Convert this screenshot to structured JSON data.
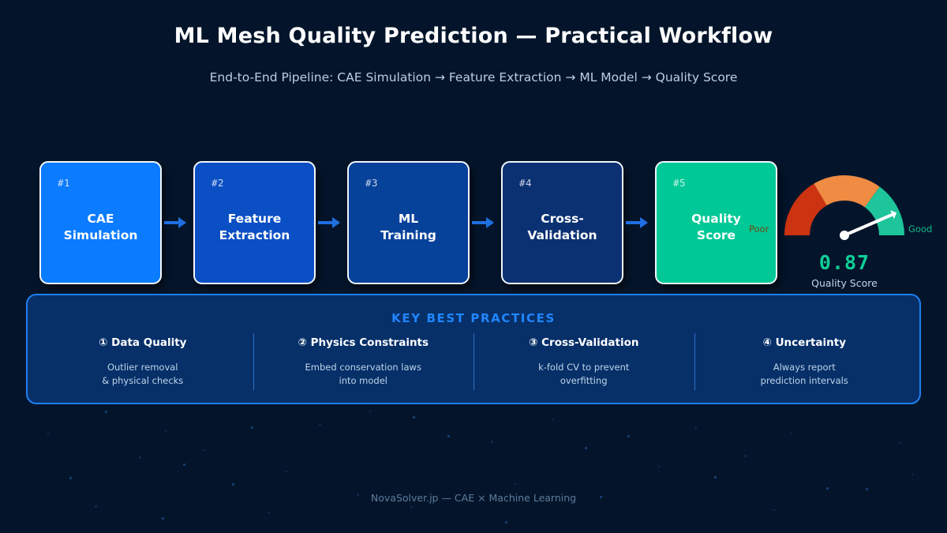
{
  "header": {
    "title": "ML Mesh Quality Prediction — Practical Workflow",
    "subtitle": "End-to-End Pipeline: CAE Simulation → Feature Extraction → ML Model → Quality Score"
  },
  "pipeline": {
    "stages": [
      {
        "num": "#1",
        "line1": "CAE",
        "line2": "Simulation",
        "color": "#0b7bff"
      },
      {
        "num": "#2",
        "line1": "Feature",
        "line2": "Extraction",
        "color": "#0b4fc4"
      },
      {
        "num": "#3",
        "line1": "ML",
        "line2": "Training",
        "color": "#06419a"
      },
      {
        "num": "#4",
        "line1": "Cross-",
        "line2": "Validation",
        "color": "#0b3172"
      },
      {
        "num": "#5",
        "line1": "Quality",
        "line2": "Score",
        "color": "#00c896"
      }
    ],
    "arrow_color": "#1f6fe0"
  },
  "gauge": {
    "value": "0.87",
    "caption": "Quality Score",
    "min_label": "Poor",
    "max_label": "Good",
    "needle_value": 0.87,
    "segments": [
      {
        "name": "poor",
        "color": "#cc3311",
        "from": 0.0,
        "to": 0.33
      },
      {
        "name": "fair",
        "color": "#ef8b42",
        "from": 0.33,
        "to": 0.7
      },
      {
        "name": "good",
        "color": "#1ec49a",
        "from": 0.7,
        "to": 1.0
      }
    ],
    "needle_color": "#ffffff",
    "value_color": "#0ecf97"
  },
  "practices": {
    "title": "KEY BEST PRACTICES",
    "items": [
      {
        "head": "① Data Quality",
        "desc": "Outlier removal\n& physical checks"
      },
      {
        "head": "② Physics Constraints",
        "desc": "Embed conservation laws\ninto model"
      },
      {
        "head": "③ Cross-Validation",
        "desc": "k-fold CV to prevent\noverfitting"
      },
      {
        "head": "④ Uncertainty",
        "desc": "Always report\nprediction intervals"
      }
    ]
  },
  "footer": {
    "text": "NovaSolver.jp — CAE × Machine Learning"
  },
  "theme": {
    "background": "#04152b",
    "panel_bg": "#073069",
    "panel_border": "#1f7fef",
    "accent": "#2186ff"
  }
}
